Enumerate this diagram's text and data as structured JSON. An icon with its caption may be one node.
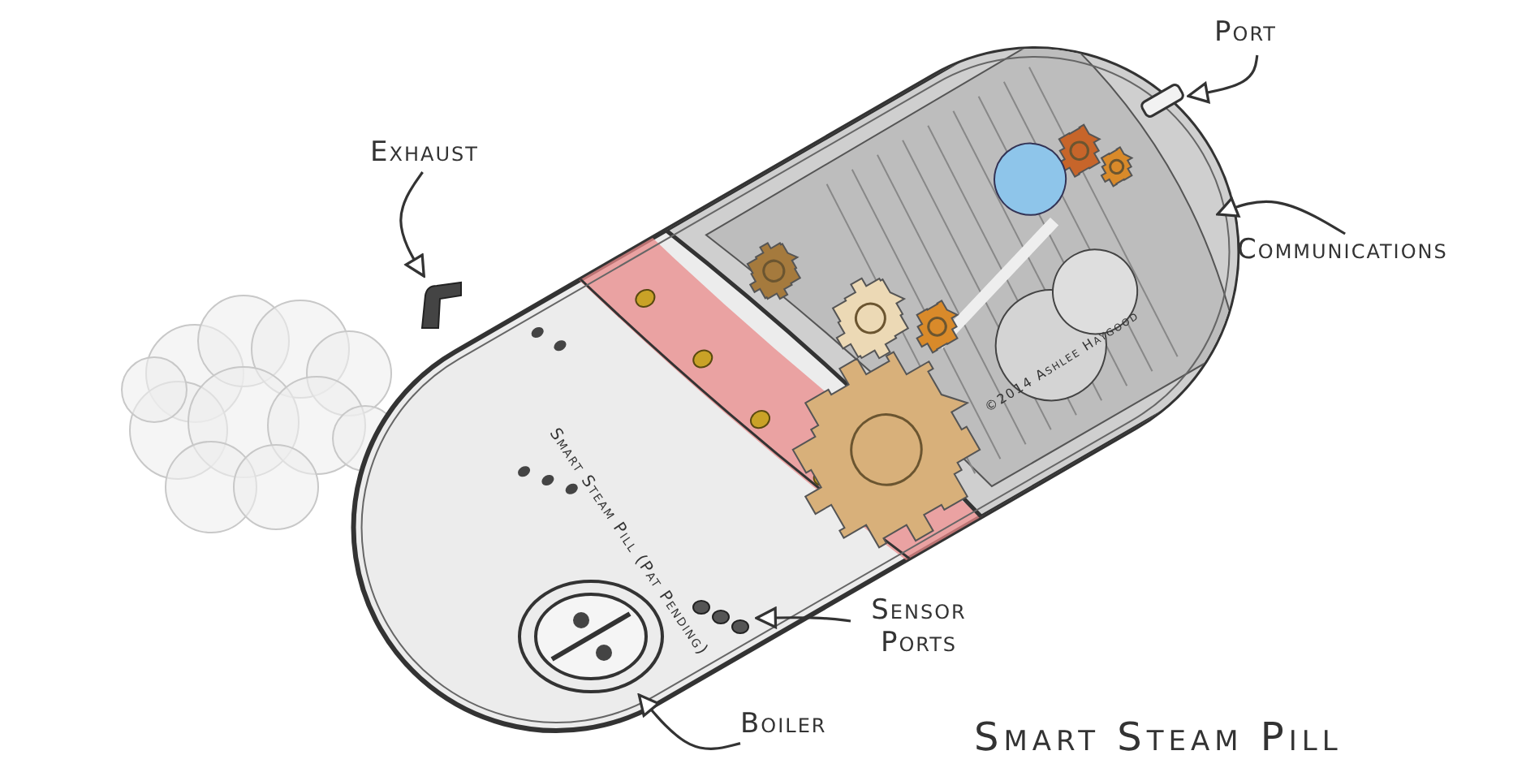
{
  "diagram": {
    "title": "Smart Steam Pill",
    "nodes": [
      {
        "text": [
          "Exhaust"
        ]
      },
      {
        "text": [],
        "shape": "picture"
      },
      {
        "text": [
          "Port"
        ]
      },
      {
        "text": [],
        "shape": "box"
      },
      {
        "text": [
          "Communications"
        ]
      },
      {
        "text": [
          "Sensor Ports"
        ]
      },
      {
        "text": [],
        "shape": "picture"
      },
      {
        "text": [
          "Boiler"
        ]
      },
      {
        "text": [],
        "shape": "picture"
      }
    ],
    "edges": [
      {
        "from": 0,
        "to": 1,
        "arrow": "to"
      },
      {
        "from": 2,
        "to": 3,
        "arrow": "to"
      },
      {
        "from": 4,
        "to": null,
        "arrow": "to"
      },
      {
        "from": 5,
        "to": 6,
        "arrow": "to"
      },
      {
        "from": 7,
        "to": 8,
        "arrow": "to"
      }
    ],
    "labels": [
      "Smart Steam Pill (Pat Pending)",
      "©2014 Ashlee Haygood"
    ]
  }
}
